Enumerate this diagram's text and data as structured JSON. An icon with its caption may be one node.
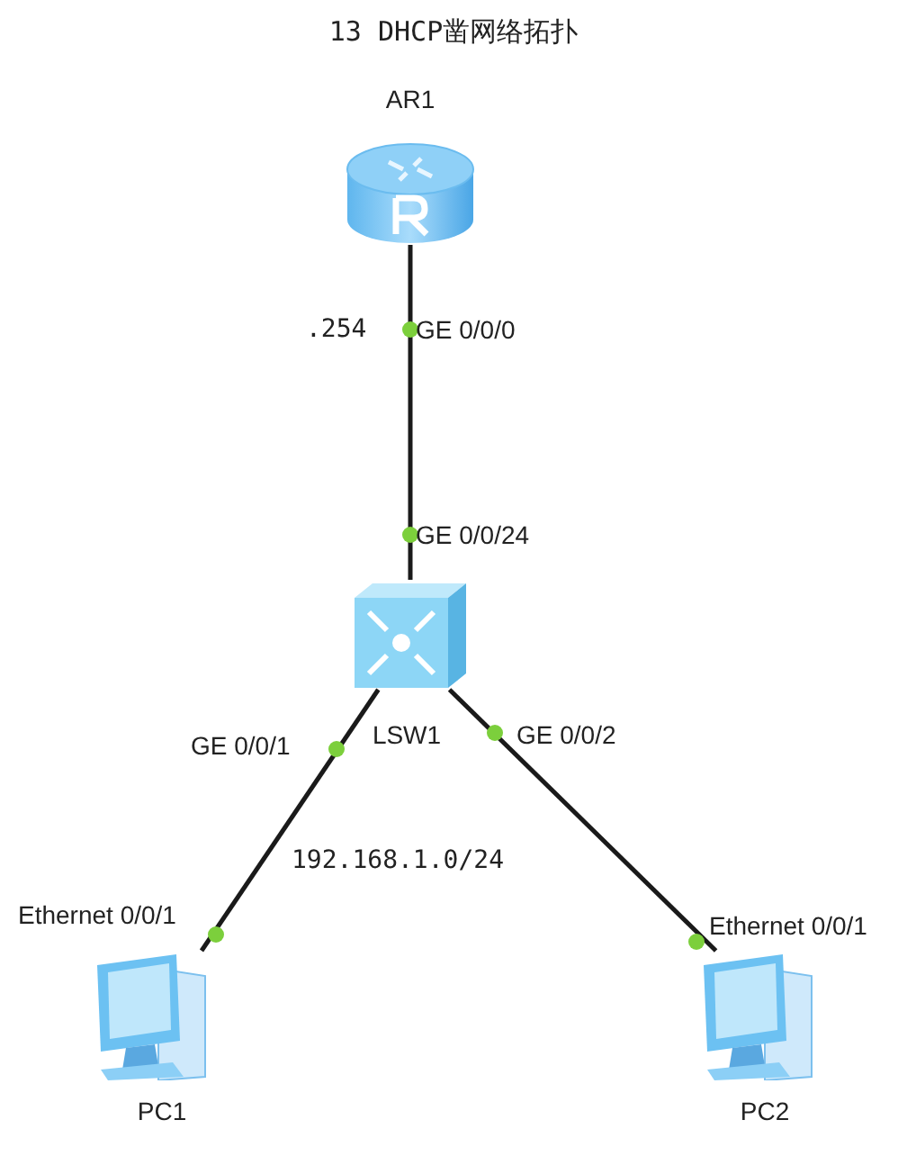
{
  "diagram": {
    "title": "13 DHCP凿网络拓扑",
    "nodes": [
      {
        "text": [],
        "shape": "picture",
        "beside": [
          "AR1"
        ]
      },
      {
        "text": [],
        "shape": "picture",
        "beside": [
          "LSW1"
        ]
      },
      {
        "text": [],
        "shape": "picture",
        "beside": [
          "PC1"
        ]
      },
      {
        "text": [],
        "shape": "picture",
        "beside": [
          "PC2"
        ]
      }
    ],
    "edges": [
      {
        "from": 0,
        "to": 1,
        "arrow": "none"
      },
      {
        "from": 1,
        "to": 2,
        "arrow": "none"
      },
      {
        "from": 1,
        "to": 3,
        "arrow": "none"
      }
    ],
    "labels": [
      ".254",
      "GE 0/0/0",
      "GE 0/0/24",
      "GE 0/0/1",
      "GE 0/0/2",
      "192.168.1.0/24",
      "Ethernet 0/0/1",
      "Ethernet 0/0/1"
    ]
  }
}
